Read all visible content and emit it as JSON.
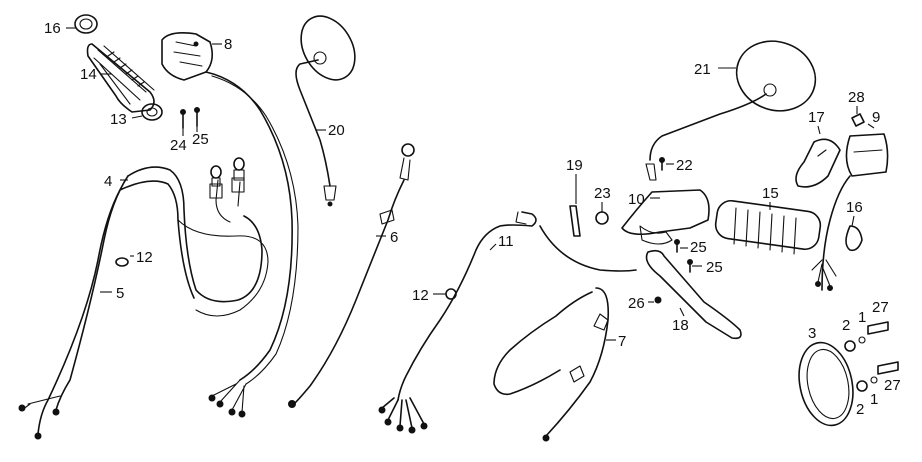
{
  "callouts": [
    {
      "id": "c16a",
      "text": "16"
    },
    {
      "id": "c14",
      "text": "14"
    },
    {
      "id": "c13",
      "text": "13"
    },
    {
      "id": "c8",
      "text": "8"
    },
    {
      "id": "c24",
      "text": "24"
    },
    {
      "id": "c25a",
      "text": "25"
    },
    {
      "id": "c20",
      "text": "20"
    },
    {
      "id": "c4",
      "text": "4"
    },
    {
      "id": "c12a",
      "text": "12"
    },
    {
      "id": "c5",
      "text": "5"
    },
    {
      "id": "c6",
      "text": "6"
    },
    {
      "id": "c21",
      "text": "21"
    },
    {
      "id": "c28",
      "text": "28"
    },
    {
      "id": "c9",
      "text": "9"
    },
    {
      "id": "c17",
      "text": "17"
    },
    {
      "id": "c19",
      "text": "19"
    },
    {
      "id": "c22",
      "text": "22"
    },
    {
      "id": "c10",
      "text": "10"
    },
    {
      "id": "c23",
      "text": "23"
    },
    {
      "id": "c15",
      "text": "15"
    },
    {
      "id": "c16b",
      "text": "16"
    },
    {
      "id": "c11",
      "text": "11"
    },
    {
      "id": "c25b",
      "text": "25"
    },
    {
      "id": "c25c",
      "text": "25"
    },
    {
      "id": "c12b",
      "text": "12"
    },
    {
      "id": "c26",
      "text": "26"
    },
    {
      "id": "c18",
      "text": "18"
    },
    {
      "id": "c7",
      "text": "7"
    },
    {
      "id": "c27a",
      "text": "27"
    },
    {
      "id": "c2a",
      "text": "2"
    },
    {
      "id": "c1a",
      "text": "1"
    },
    {
      "id": "c3",
      "text": "3"
    },
    {
      "id": "c27b",
      "text": "27"
    },
    {
      "id": "c2b",
      "text": "2"
    },
    {
      "id": "c1b",
      "text": "1"
    }
  ]
}
